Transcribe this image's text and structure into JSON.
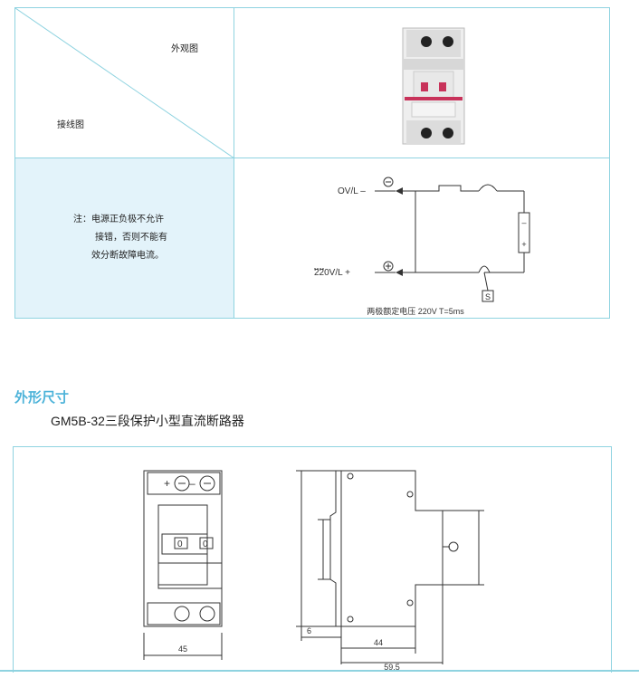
{
  "table": {
    "header_top_right_label": "外观图",
    "header_bottom_left_label": "接线图",
    "note_lines": [
      "注：电源正负极不允许",
      "接错，否则不能有",
      "效分断故障电流。"
    ],
    "wiring": {
      "top_label": "OV/L –",
      "bottom_label": "220V/L +",
      "minus_symbol": "–",
      "plus_symbol": "+",
      "switch_label": "S",
      "caption": "两极额定电压 220V    T=5ms"
    }
  },
  "dimensions": {
    "section_title": "外形尺寸",
    "subtitle": "GM5B-32三段保护小型直流断路器",
    "front_plus": "+",
    "front_minus": "–",
    "width_front": "45",
    "dim_side_small": "6",
    "dim_side_mid": "44",
    "dim_side_total": "59.5",
    "toggle_left": "0",
    "toggle_right": "0"
  }
}
